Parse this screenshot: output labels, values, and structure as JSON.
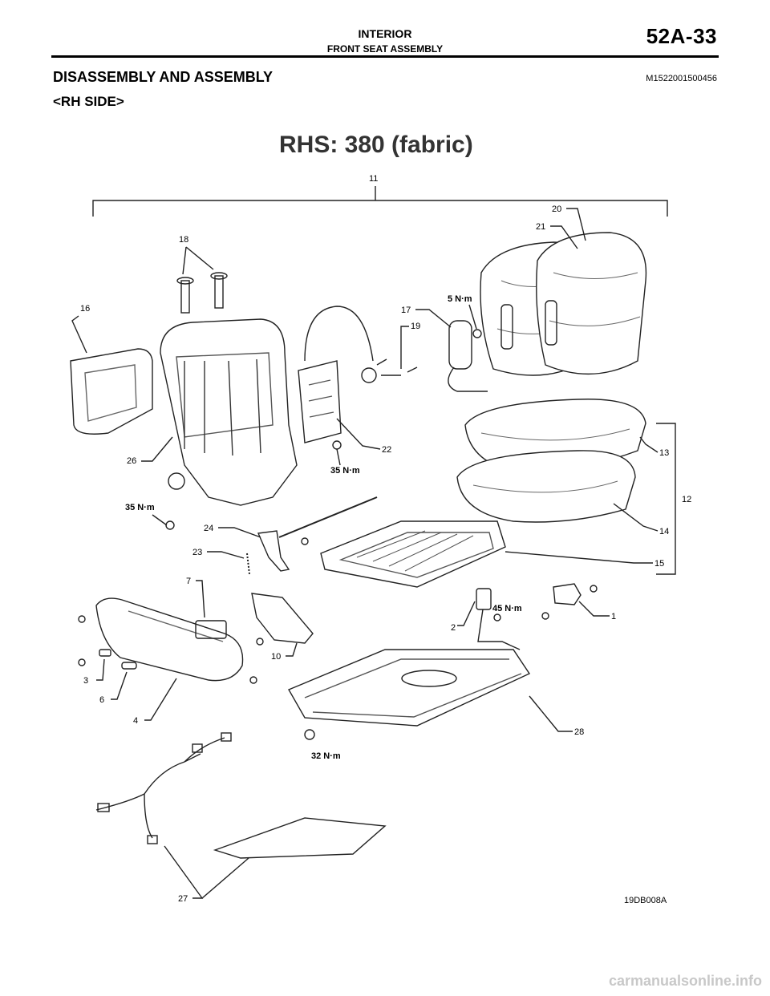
{
  "header": {
    "section": "INTERIOR",
    "subsection": "FRONT SEAT ASSEMBLY",
    "page": "52A-33"
  },
  "title": "DISASSEMBLY AND ASSEMBLY",
  "doc_id": "M1522001500456",
  "subtitle": "<RH SIDE>",
  "figure": {
    "heading": "RHS:   380 (fabric)",
    "code": "19DB008A",
    "torques": {
      "t5": "5 N·m",
      "t35a": "35 N·m",
      "t35b": "35 N·m",
      "t45": "45 N·m",
      "t32": "32 N·m"
    },
    "labels": {
      "n1": "1",
      "n2": "2",
      "n3": "3",
      "n4": "4",
      "n6": "6",
      "n7": "7",
      "n10": "10",
      "n11": "11",
      "n12": "12",
      "n13": "13",
      "n14": "14",
      "n15": "15",
      "n16": "16",
      "n17": "17",
      "n18": "18",
      "n19": "19",
      "n20": "20",
      "n21": "21",
      "n22": "22",
      "n23": "23",
      "n24": "24",
      "n26": "26",
      "n27": "27",
      "n28": "28"
    }
  },
  "footer": "carmanualsonline.info"
}
